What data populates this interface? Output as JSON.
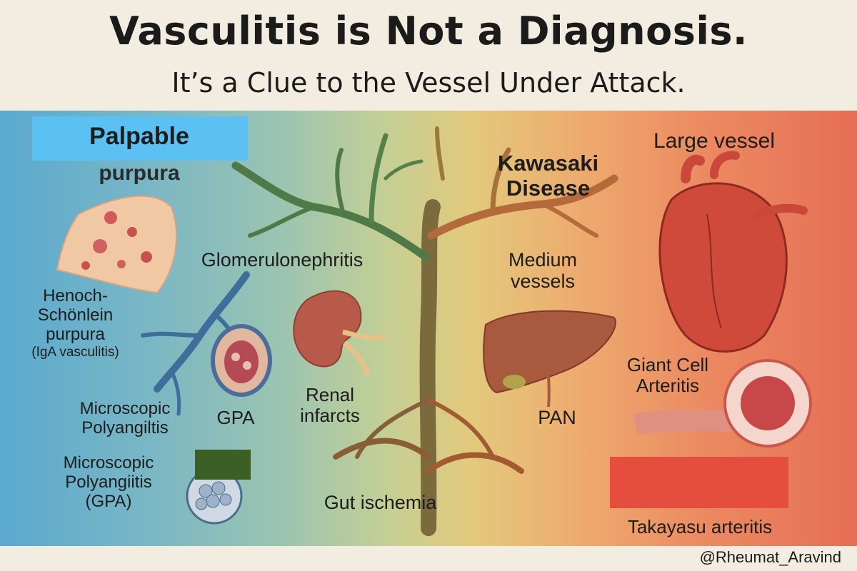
{
  "header": {
    "title": "Vasculitis is Not a Diagnosis.",
    "subtitle": "It’s a Clue to the Vessel Under Attack."
  },
  "left": {
    "palpable": "Palpable",
    "purpura": "purpura",
    "hsp_line1": "Henoch-",
    "hsp_line2": "Schönlein",
    "hsp_line3": "purpura",
    "hsp_line4": "(IgA vasculitis)",
    "mpa1_line1": "Microscopic",
    "mpa1_line2": "Polyangiltis",
    "mpa2_line1": "Microscopic",
    "mpa2_line2": "Polyangiitis",
    "mpa2_line3": "(GPA)",
    "palpable_box_color": "#5bc0f2"
  },
  "middle": {
    "glomerulo": "Glomerulonephritis",
    "gpa": "GPA",
    "renal_line1": "Renal",
    "renal_line2": "infarcts",
    "gut": "Gut ischemia",
    "green_box_color": "#3b5f24"
  },
  "right": {
    "kawasaki_line1": "Kawasaki",
    "kawasaki_line2": "Disease",
    "medium_line1": "Medium",
    "medium_line2": "vessels",
    "pan": "PAN",
    "large": "Large vessel",
    "gca_line1": "Giant Cell",
    "gca_line2": "Arteritis",
    "takayasu": "Takayasu arteritis",
    "red_box_color": "#e54e3e"
  },
  "footer": {
    "handle": "@Rheumat_Aravind"
  }
}
